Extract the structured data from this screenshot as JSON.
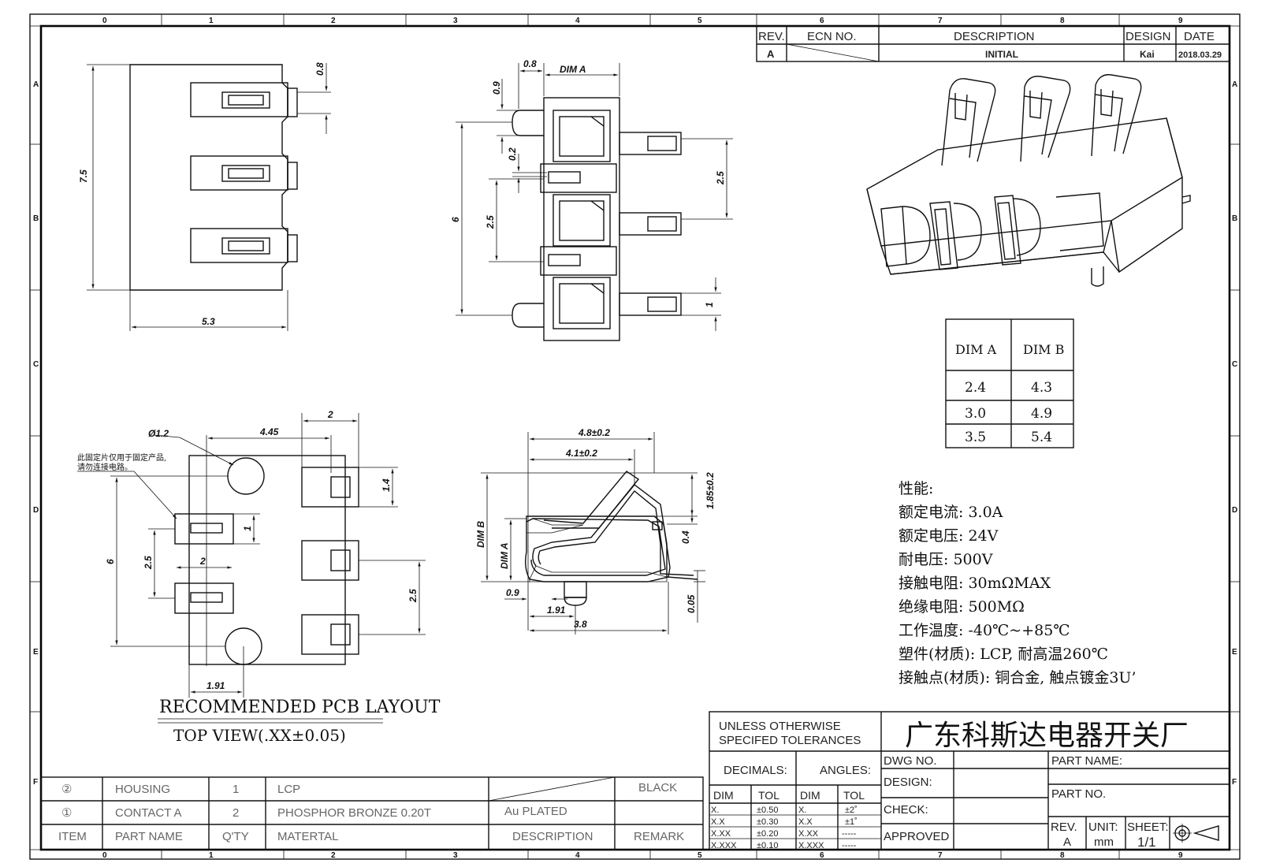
{
  "zones": {
    "cols": [
      "0",
      "1",
      "2",
      "3",
      "4",
      "5",
      "6",
      "7",
      "8",
      "9"
    ],
    "rows": [
      "A",
      "B",
      "C",
      "D",
      "E",
      "F"
    ]
  },
  "revision": {
    "headers": {
      "rev": "REV.",
      "ecn": "ECN  NO.",
      "desc": "DESCRIPTION",
      "design": "DESIGN",
      "date": "DATE"
    },
    "row": {
      "rev": "A",
      "desc": "INITIAL",
      "design": "Kai",
      "date": "2018.03.29"
    }
  },
  "dims": {
    "side_w": "5.3",
    "side_h": "7.5",
    "side_pin": "0.8",
    "front_top": "0.8",
    "front_dima": "DIM  A",
    "front_09": "0.9",
    "front_02": "0.2",
    "front_25a": "2.5",
    "front_6": "6",
    "front_25b": "2.5",
    "front_1": "1",
    "pcb_dia": "Ø1.2",
    "pcb_445": "4.45",
    "pcb_2top": "2",
    "pcb_14": "1.4",
    "pcb_1": "1",
    "pcb_25": "2.5",
    "pcb_2mid": "2",
    "pcb_6": "6",
    "pcb_25r": "2.5",
    "pcb_191": "1.91",
    "pcb_note1": "此固定片仅用于固定产品,",
    "pcb_note2": "请勿连接电路。",
    "sec_48": "4.8±0.2",
    "sec_41": "4.1±0.2",
    "sec_185": "1.85±0.2",
    "sec_04": "0.4",
    "sec_005": "0.05",
    "sec_dimb": "DIM  B",
    "sec_dima": "DIM  A",
    "sec_09": "0.9",
    "sec_191": "1.91",
    "sec_38": "3.8"
  },
  "pcb_title": "RECOMMENDED PCB LAYOUT",
  "pcb_subtitle": "TOP VIEW(.XX±0.05)",
  "dim_table": {
    "headers": [
      "DIM A",
      "DIM B"
    ],
    "rows": [
      [
        "2.4",
        "4.3"
      ],
      [
        "3.0",
        "4.9"
      ],
      [
        "3.5",
        "5.4"
      ]
    ]
  },
  "specs": [
    "性能:",
    "额定电流: 3.0A",
    "额定电压: 24V",
    "耐电压: 500V",
    "接触电阻: 30mΩMAX",
    "绝缘电阻: 500MΩ",
    "工作温度: -40℃~+85℃",
    "塑件(材质): LCP, 耐高温260℃",
    "接触点(材质): 铜合金, 触点镀金3U’"
  ],
  "bom": {
    "rows": [
      {
        "item": "②",
        "part": "HOUSING",
        "qty": "1",
        "material": "LCP",
        "desc": "",
        "remark": "BLACK"
      },
      {
        "item": "①",
        "part": "CONTACT  A",
        "qty": "2",
        "material": "PHOSPHOR  BRONZE  0.20T",
        "desc": "Au  PLATED",
        "remark": ""
      }
    ],
    "headers": {
      "item": "ITEM",
      "part": "PART  NAME",
      "qty": "Q'TY",
      "material": "MATERTAL",
      "desc": "DESCRIPTION",
      "remark": "REMARK"
    }
  },
  "title_block": {
    "tol_title1": "UNLESS  OTHERWISE",
    "tol_title2": "SPECIFED  TOLERANCES",
    "decimals": "DECIMALS:",
    "angles": "ANGLES:",
    "dim": "DIM",
    "tol": "TOL",
    "dec_rows": [
      [
        "X.",
        "±0.50"
      ],
      [
        "X.X",
        "±0.30"
      ],
      [
        "X.XX",
        "±0.20"
      ],
      [
        "X.XXX",
        "±0.10"
      ]
    ],
    "ang_rows": [
      [
        "X.",
        "±2˚"
      ],
      [
        "X.X",
        "±1˚"
      ],
      [
        "X.XX",
        "-----"
      ],
      [
        "X.XXX",
        "-----"
      ]
    ],
    "company": "广东科斯达电器开关厂",
    "dwg_no": "DWG  NO.",
    "design": "DESIGN:",
    "check": "CHECK:",
    "approved": "APPROVED",
    "part_name": "PART  NAME:",
    "part_no": "PART  NO.",
    "rev_label": "REV.",
    "rev_val": "A",
    "unit_label": "UNIT:",
    "unit_val": "mm",
    "sheet_label": "SHEET:",
    "sheet_val": "1/1"
  }
}
